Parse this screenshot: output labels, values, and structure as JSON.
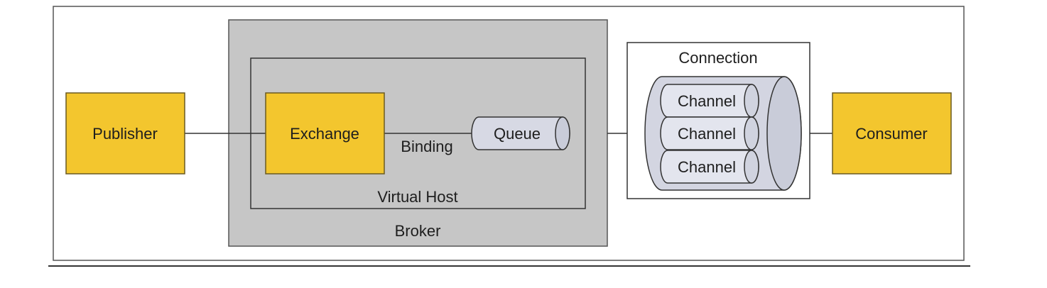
{
  "diagram": {
    "publisher": "Publisher",
    "exchange": "Exchange",
    "binding": "Binding",
    "queue": "Queue",
    "virtual_host": "Virtual Host",
    "broker": "Broker",
    "connection": "Connection",
    "channels": [
      "Channel",
      "Channel",
      "Channel"
    ],
    "consumer": "Consumer"
  },
  "colors": {
    "component_fill": "#f3c62e",
    "component_border": "#6a5a20",
    "broker_fill": "#c6c6c6",
    "cylinder_fill": "#d7d9e4",
    "line": "#333333"
  }
}
